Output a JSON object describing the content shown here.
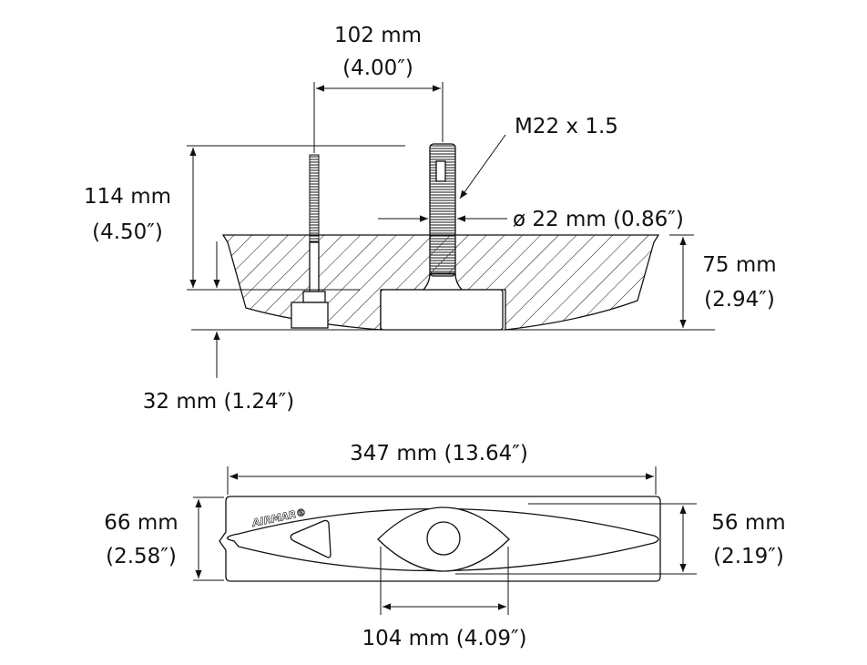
{
  "side_view": {
    "stem_spacing": {
      "mm": "102 mm",
      "in": "(4.00″)"
    },
    "thread_label": "M22 x 1.5",
    "height": {
      "mm": "114 mm",
      "in": "(4.50″)"
    },
    "stem_diameter": "ø 22 mm (0.86″)",
    "depth": {
      "mm": "75 mm",
      "in": "(2.94″)"
    },
    "offset": "32 mm (1.24″)"
  },
  "top_view": {
    "length": "347 mm (13.64″)",
    "width_outer": {
      "mm": "66 mm",
      "in": "(2.58″)"
    },
    "width_inner": {
      "mm": "56 mm",
      "in": "(2.19″)"
    },
    "housing_length": "104 mm (4.09″)",
    "logo": "AIRMAR®"
  }
}
